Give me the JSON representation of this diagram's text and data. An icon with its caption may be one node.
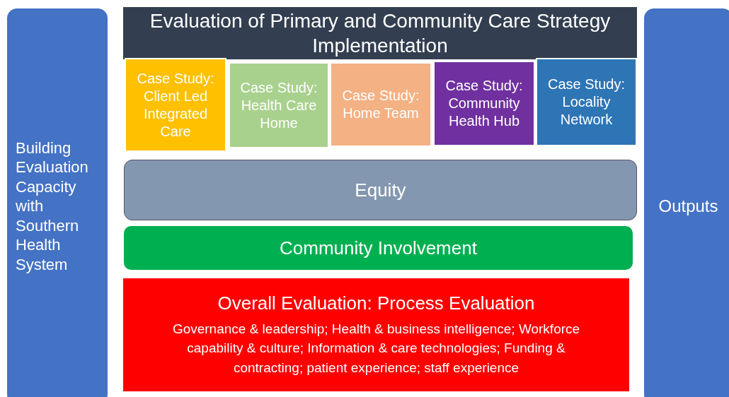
{
  "diagram": {
    "nodes": [
      {
        "text": [
          "Building Evaluation Capacity with Southern Health System"
        ]
      },
      {
        "text": [
          "Evaluation of Primary and Community Care Strategy Implementation"
        ]
      },
      {
        "text": [
          "Case Study: Client Led Integrated Care"
        ]
      },
      {
        "text": [
          "Case Study: Health Care Home"
        ]
      },
      {
        "text": [
          "Case Study: Home Team"
        ]
      },
      {
        "text": [
          "Case Study: Community Health Hub"
        ]
      },
      {
        "text": [
          "Case Study: Locality Network"
        ]
      },
      {
        "text": [
          "Equity"
        ]
      },
      {
        "text": [
          "Community Involvement"
        ]
      },
      {
        "text": [
          "Overall Evaluation: Process Evaluation",
          "Governance & leadership; Health & business intelligence; Workforce capability & culture; Information & care technologies; Funding & contracting; patient experience; staff experience"
        ]
      },
      {
        "text": [
          "Outputs"
        ]
      }
    ]
  }
}
